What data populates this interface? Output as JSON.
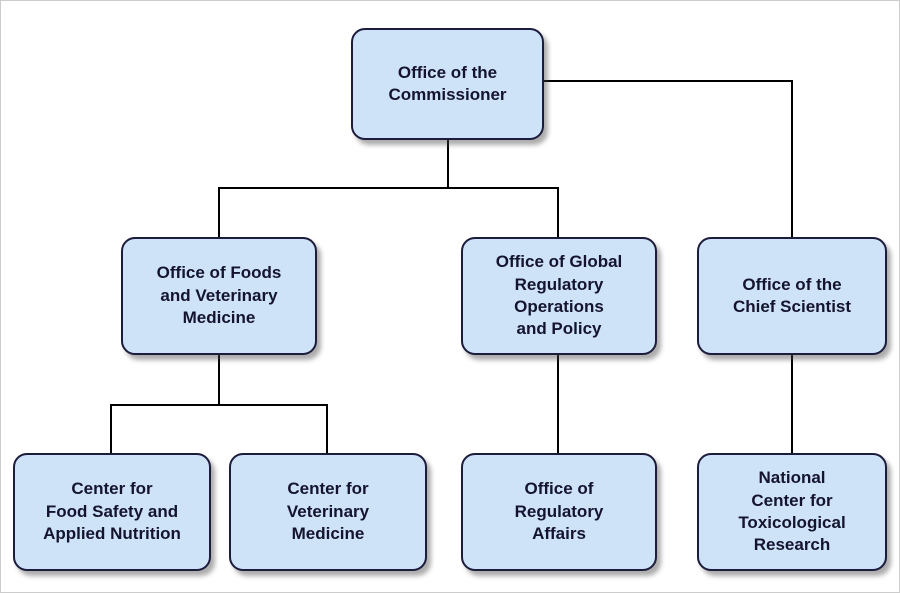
{
  "diagram": {
    "type": "org-chart",
    "colors": {
      "box_fill": "#cfe3f8",
      "box_border": "#1c1c3c",
      "text": "#14142e",
      "connector": "#000000",
      "background": "#ffffff"
    },
    "nodes": [
      {
        "id": "commissioner",
        "label": "Office of the\nCommissioner",
        "parent": null
      },
      {
        "id": "foods",
        "label": "Office of Foods\nand Veterinary\nMedicine",
        "parent": "commissioner"
      },
      {
        "id": "global",
        "label": "Office of Global\nRegulatory\nOperations\nand Policy",
        "parent": "commissioner"
      },
      {
        "id": "chief-scientist",
        "label": "Office of the\nChief Scientist",
        "parent": "commissioner"
      },
      {
        "id": "cfsan",
        "label": "Center for\nFood Safety and\nApplied Nutrition",
        "parent": "foods"
      },
      {
        "id": "cvm",
        "label": "Center for\nVeterinary\nMedicine",
        "parent": "foods"
      },
      {
        "id": "ora",
        "label": "Office of\nRegulatory\nAffairs",
        "parent": "global"
      },
      {
        "id": "nctr",
        "label": "National\nCenter for\nToxicological\nResearch",
        "parent": "chief-scientist"
      }
    ]
  }
}
